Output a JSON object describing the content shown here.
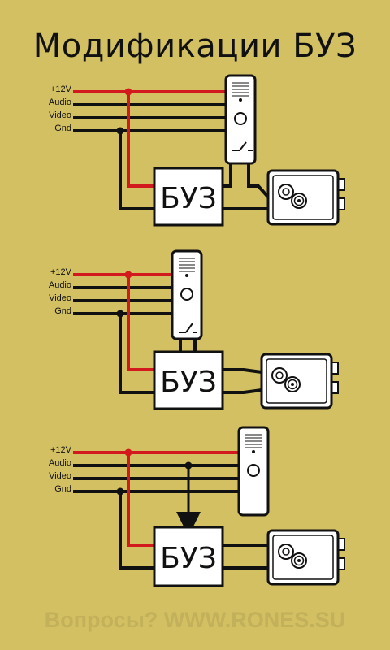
{
  "title": "Модификации БУЗ",
  "wire_labels": [
    "+12V",
    "Audio",
    "Video",
    "Gnd"
  ],
  "block_label": "БУЗ",
  "footer": "Вопросы? WWW.RONES.SU",
  "colors": {
    "background": "#d2c062",
    "power_wire": "#d2191d",
    "wire": "#111111",
    "device_fill": "#ffffff"
  },
  "diagrams": [
    {
      "name": "modification-1",
      "lock_contact": "panel-switch-via-relay"
    },
    {
      "name": "modification-2",
      "lock_contact": "panel-switch-to-block"
    },
    {
      "name": "modification-3",
      "lock_contact": "audio-line-to-block"
    }
  ]
}
